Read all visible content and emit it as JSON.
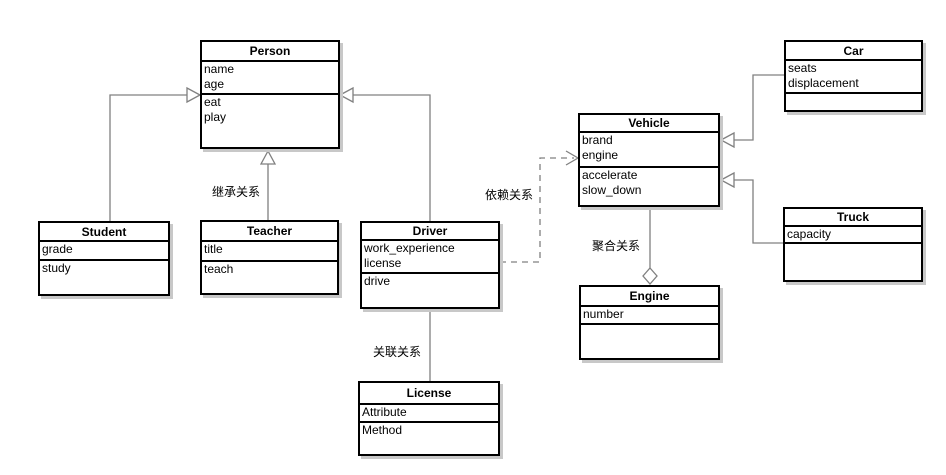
{
  "classes": {
    "person": {
      "name": "Person",
      "attributes": [
        "name",
        "age"
      ],
      "methods": [
        "eat",
        "play"
      ]
    },
    "student": {
      "name": "Student",
      "attributes": [
        "grade"
      ],
      "methods": [
        "study"
      ]
    },
    "teacher": {
      "name": "Teacher",
      "attributes": [
        "title"
      ],
      "methods": [
        "teach"
      ]
    },
    "driver": {
      "name": "Driver",
      "attributes": [
        "work_experience",
        "license"
      ],
      "methods": [
        "drive"
      ]
    },
    "license": {
      "name": "License",
      "attributes": [
        "Attribute"
      ],
      "methods": [
        "Method"
      ]
    },
    "vehicle": {
      "name": "Vehicle",
      "attributes": [
        "brand",
        "engine"
      ],
      "methods": [
        "accelerate",
        "slow_down"
      ]
    },
    "engine": {
      "name": "Engine",
      "attributes": [
        "number"
      ],
      "methods": []
    },
    "car": {
      "name": "Car",
      "attributes": [
        "seats",
        "displacement"
      ],
      "methods": []
    },
    "truck": {
      "name": "Truck",
      "attributes": [
        "capacity"
      ],
      "methods": []
    }
  },
  "relationship_labels": {
    "inheritance": "继承关系",
    "dependency": "依赖关系",
    "association": "关联关系",
    "aggregation": "聚合关系"
  },
  "relationships": [
    {
      "from": "Student",
      "to": "Person",
      "type": "inheritance"
    },
    {
      "from": "Teacher",
      "to": "Person",
      "type": "inheritance"
    },
    {
      "from": "Driver",
      "to": "Person",
      "type": "inheritance"
    },
    {
      "from": "Driver",
      "to": "License",
      "type": "association"
    },
    {
      "from": "Driver",
      "to": "Vehicle",
      "type": "dependency"
    },
    {
      "from": "Engine",
      "to": "Vehicle",
      "type": "aggregation"
    },
    {
      "from": "Car",
      "to": "Vehicle",
      "type": "inheritance"
    },
    {
      "from": "Truck",
      "to": "Vehicle",
      "type": "inheritance"
    }
  ],
  "colors": {
    "connector": "#808080",
    "box_border": "#000000",
    "box_shadow": "#c8c8c8",
    "background": "#ffffff",
    "text": "#000000"
  }
}
